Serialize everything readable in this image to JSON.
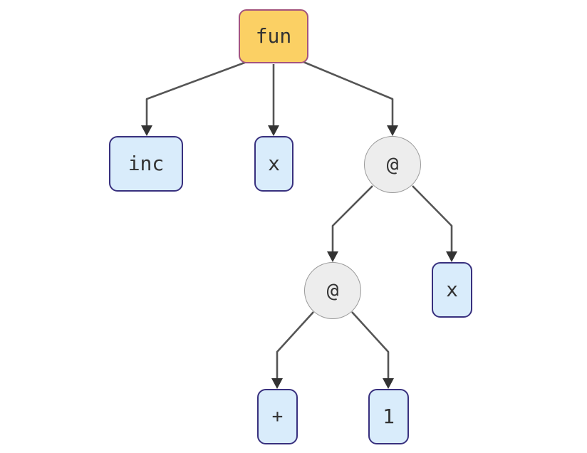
{
  "diagram": {
    "kind": "syntax-tree",
    "tree": {
      "label": "fun",
      "children": [
        {
          "label": "inc"
        },
        {
          "label": "x"
        },
        {
          "label": "@",
          "children": [
            {
              "label": "@",
              "children": [
                {
                  "label": "+"
                },
                {
                  "label": "1"
                }
              ]
            },
            {
              "label": "x"
            }
          ]
        }
      ]
    }
  },
  "nodes": [
    {
      "id": "fun",
      "label": "fun",
      "shape": "rounded-rect",
      "fill": "#fbd064",
      "stroke": "#a3547e"
    },
    {
      "id": "inc",
      "label": "inc",
      "shape": "rounded-rect",
      "fill": "#d9ecfb",
      "stroke": "#38307e"
    },
    {
      "id": "x1",
      "label": "x",
      "shape": "rounded-rect",
      "fill": "#d9ecfb",
      "stroke": "#38307e"
    },
    {
      "id": "app1",
      "label": "@",
      "shape": "circle",
      "fill": "#ededed",
      "stroke": "#9a9a9a"
    },
    {
      "id": "app2",
      "label": "@",
      "shape": "circle",
      "fill": "#ededed",
      "stroke": "#9a9a9a"
    },
    {
      "id": "x2",
      "label": "x",
      "shape": "rounded-rect",
      "fill": "#d9ecfb",
      "stroke": "#38307e"
    },
    {
      "id": "plus",
      "label": "+",
      "shape": "rounded-rect",
      "fill": "#d9ecfb",
      "stroke": "#38307e"
    },
    {
      "id": "one",
      "label": "1",
      "shape": "rounded-rect",
      "fill": "#d9ecfb",
      "stroke": "#38307e"
    }
  ],
  "edges": [
    {
      "from": "fun",
      "to": "inc"
    },
    {
      "from": "fun",
      "to": "x1"
    },
    {
      "from": "fun",
      "to": "app1"
    },
    {
      "from": "app1",
      "to": "app2"
    },
    {
      "from": "app1",
      "to": "x2"
    },
    {
      "from": "app2",
      "to": "plus"
    },
    {
      "from": "app2",
      "to": "one"
    }
  ],
  "colors": {
    "background": "#ffffff",
    "text": "#333333",
    "edge_line": "#555555",
    "arrowhead": "#333333",
    "root_fill": "#fbd064",
    "root_stroke": "#a3547e",
    "leaf_fill": "#d9ecfb",
    "leaf_stroke": "#38307e",
    "apply_fill": "#ededed",
    "apply_stroke": "#9a9a9a"
  }
}
